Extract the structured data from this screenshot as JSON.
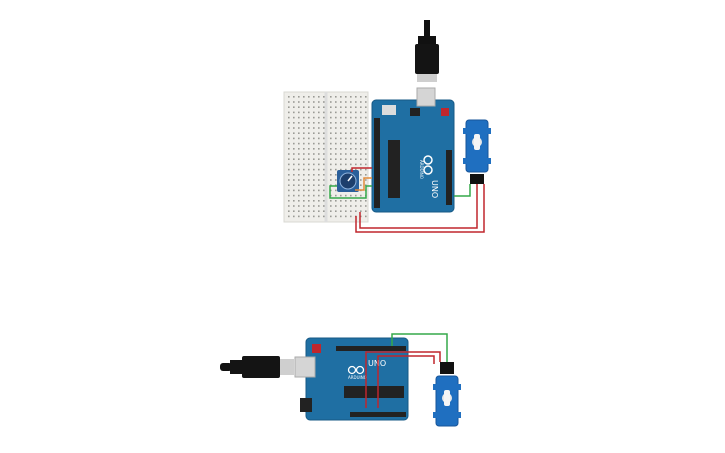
{
  "canvas": {
    "title": ""
  },
  "circuits": [
    {
      "id": "circuit-1",
      "components": [
        "breadboard",
        "arduino-uno",
        "potentiometer",
        "micro-servo",
        "usb-cable"
      ],
      "board": {
        "logo": "ARDUINO",
        "model": "UNO"
      }
    },
    {
      "id": "circuit-2",
      "components": [
        "arduino-uno",
        "micro-servo",
        "usb-cable"
      ],
      "board": {
        "logo": "ARDUINO",
        "model": "UNO"
      }
    }
  ],
  "colors": {
    "board": "#1f6fa3",
    "board_edge": "#175a86",
    "servo": "#1f6fc0",
    "wire_red": "#c0262d",
    "wire_green": "#35a84a",
    "wire_black": "#222222",
    "wire_orange": "#e28b3b",
    "breadboard": "#efeeea",
    "usb_plug": "#cfcfcf"
  },
  "icons": [
    "usb-plug-icon",
    "arduino-infinity-logo-icon",
    "servo-horn-icon",
    "potentiometer-knob-icon"
  ]
}
